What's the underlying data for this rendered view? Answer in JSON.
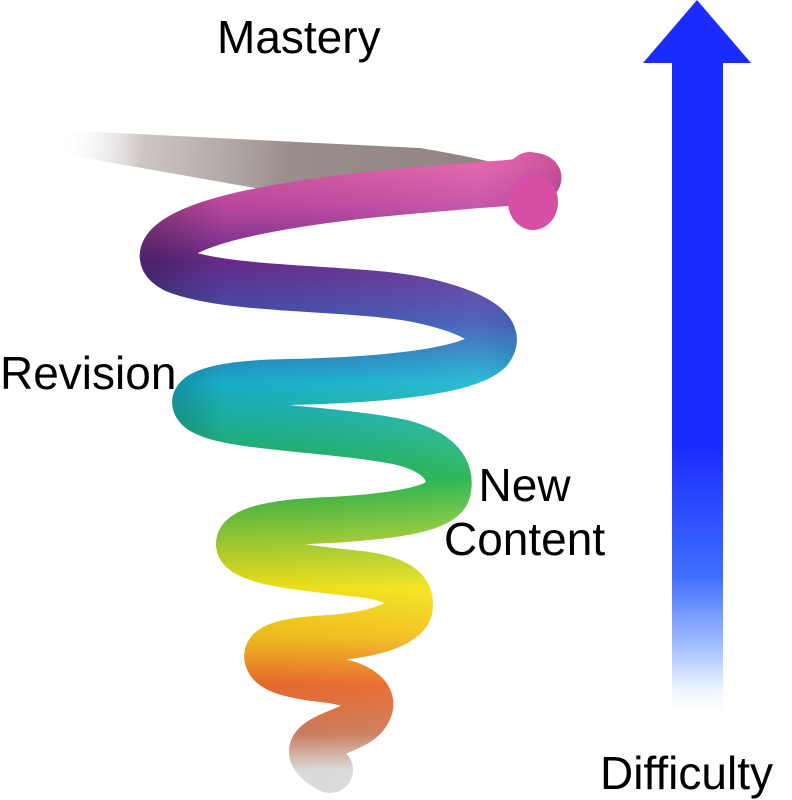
{
  "labels": {
    "top": "Mastery",
    "left": "Revision",
    "right_line1": "New",
    "right_line2": "Content",
    "bottom_right": "Difficulty"
  },
  "colors": {
    "arrow": "#1a2cff",
    "tail": "#9a8e8c",
    "spiral_stops": [
      "#d9d9d9",
      "#ef6a2e",
      "#f7e81a",
      "#9fcf34",
      "#22b34a",
      "#19b7d3",
      "#3f3fa8",
      "#6b2c91",
      "#d64ea6",
      "#8f8381"
    ]
  }
}
